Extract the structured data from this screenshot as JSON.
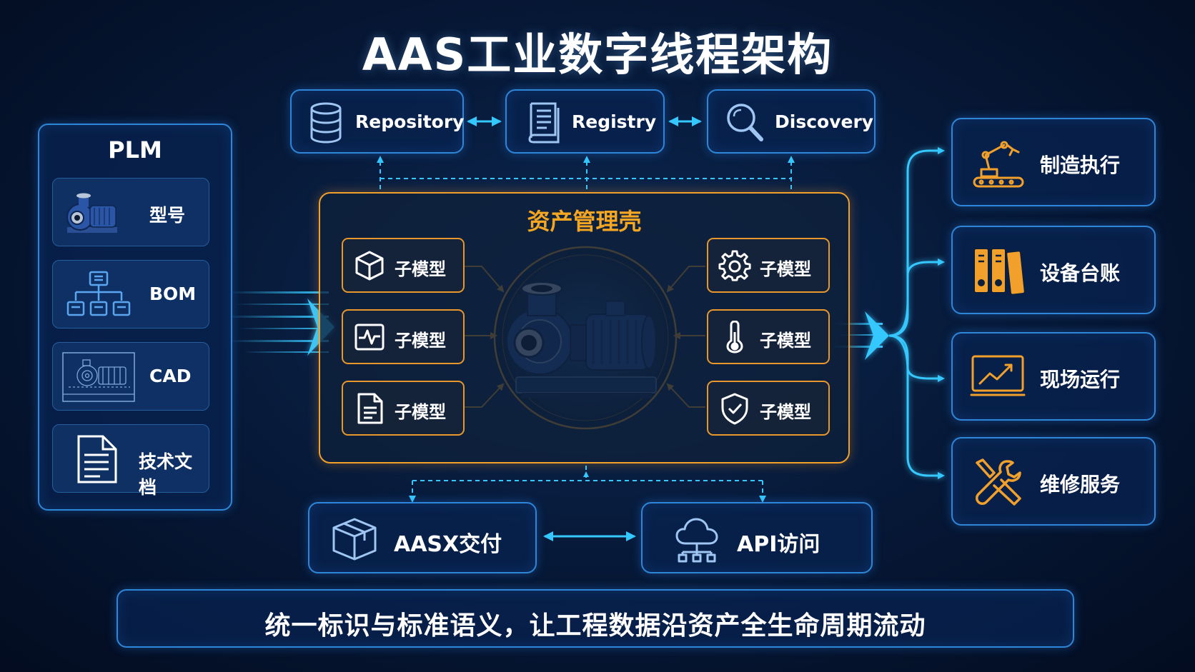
{
  "title": "AAS工业数字线程架构",
  "plm": {
    "title": "PLM",
    "items": [
      {
        "label": "型号",
        "icon": "pump-icon"
      },
      {
        "label": "BOM",
        "icon": "hierarchy-icon"
      },
      {
        "label": "CAD",
        "icon": "cad-drawing-icon"
      },
      {
        "label": "技术文档",
        "icon": "document-icon"
      }
    ]
  },
  "top_services": [
    {
      "label": "Repository",
      "icon": "database-icon"
    },
    {
      "label": "Registry",
      "icon": "registry-book-icon"
    },
    {
      "label": "Discovery",
      "icon": "search-icon"
    }
  ],
  "core": {
    "title": "资产管理壳",
    "left_submodels": [
      {
        "label": "子模型",
        "icon": "cube-icon"
      },
      {
        "label": "子模型",
        "icon": "pulse-monitor-icon"
      },
      {
        "label": "子模型",
        "icon": "document-icon"
      }
    ],
    "right_submodels": [
      {
        "label": "子模型",
        "icon": "gear-icon"
      },
      {
        "label": "子模型",
        "icon": "thermometer-icon"
      },
      {
        "label": "子模型",
        "icon": "shield-check-icon"
      }
    ]
  },
  "bottom": [
    {
      "label": "AASX交付",
      "icon": "package-icon"
    },
    {
      "label": "API访问",
      "icon": "cloud-network-icon"
    }
  ],
  "right_apps": [
    {
      "label": "制造执行",
      "icon": "robot-arm-icon"
    },
    {
      "label": "设备台账",
      "icon": "binders-icon"
    },
    {
      "label": "现场运行",
      "icon": "monitor-chart-icon"
    },
    {
      "label": "维修服务",
      "icon": "tools-icon"
    }
  ],
  "banner": "统一标识与标准语义，让工程数据沿资产全生命周期流动",
  "colors": {
    "accent_blue": "#2f86d8",
    "cyan": "#35c8ff",
    "orange": "#f2a02c",
    "background": "#04122b"
  }
}
